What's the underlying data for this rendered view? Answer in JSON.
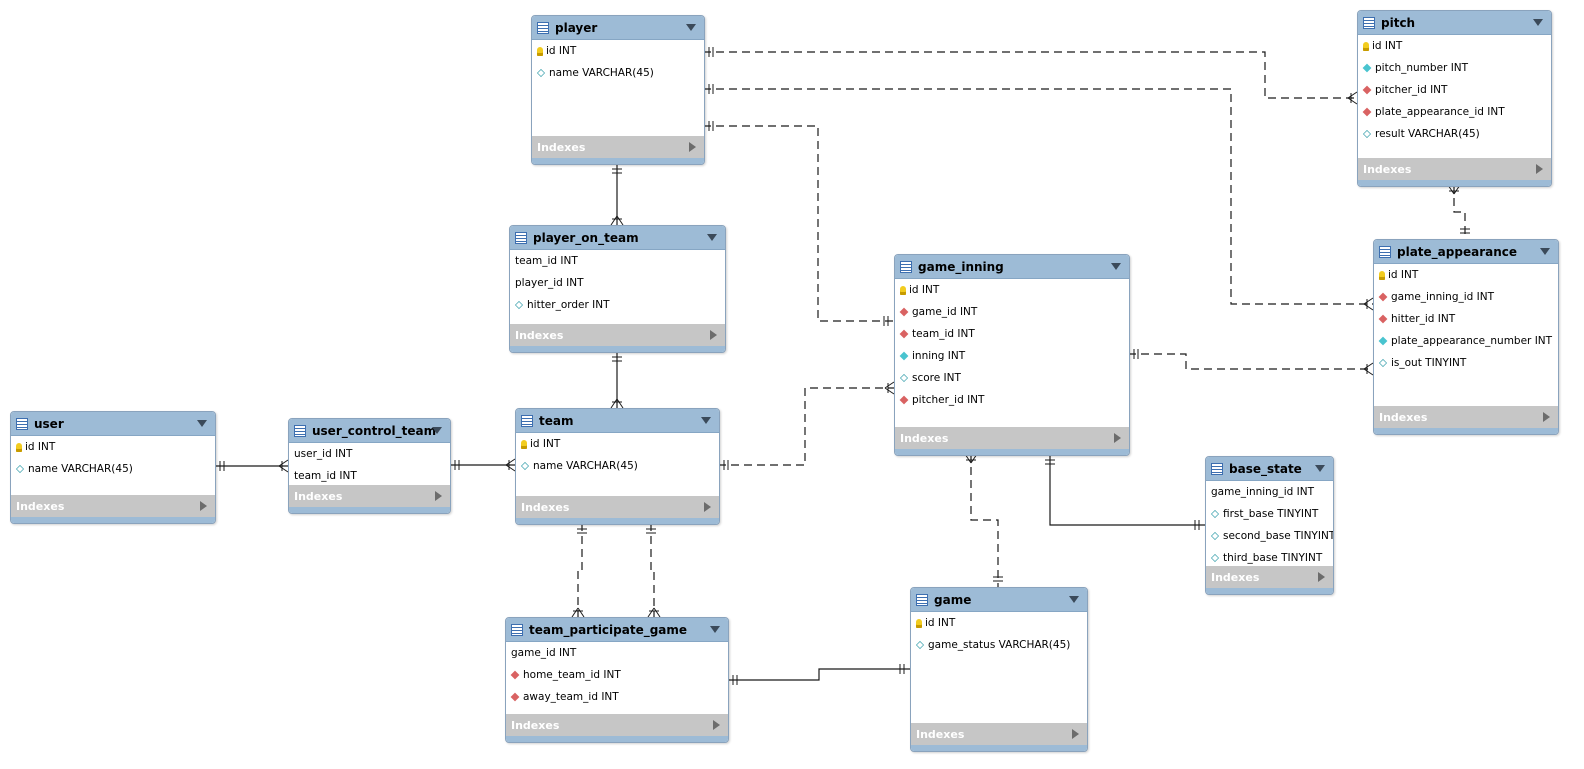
{
  "indexes_label": "Indexes",
  "tables": {
    "player": {
      "name": "player",
      "columns": [
        {
          "icon": "primary-key",
          "text": "id INT"
        },
        {
          "icon": "column",
          "text": "name VARCHAR(45)"
        }
      ]
    },
    "pitch": {
      "name": "pitch",
      "columns": [
        {
          "icon": "primary-key",
          "text": "id INT"
        },
        {
          "icon": "not-null",
          "text": "pitch_number INT"
        },
        {
          "icon": "foreign-key",
          "text": "pitcher_id INT"
        },
        {
          "icon": "foreign-key",
          "text": "plate_appearance_id INT"
        },
        {
          "icon": "column",
          "text": "result VARCHAR(45)"
        }
      ]
    },
    "player_on_team": {
      "name": "player_on_team",
      "columns": [
        {
          "icon": "none",
          "text": "team_id INT"
        },
        {
          "icon": "none",
          "text": "player_id INT"
        },
        {
          "icon": "column",
          "text": "hitter_order INT"
        }
      ]
    },
    "plate_appearance": {
      "name": "plate_appearance",
      "columns": [
        {
          "icon": "primary-key",
          "text": "id INT"
        },
        {
          "icon": "foreign-key",
          "text": "game_inning_id INT"
        },
        {
          "icon": "foreign-key",
          "text": "hitter_id INT"
        },
        {
          "icon": "not-null",
          "text": "plate_appearance_number INT"
        },
        {
          "icon": "column",
          "text": "is_out TINYINT"
        }
      ]
    },
    "game_inning": {
      "name": "game_inning",
      "columns": [
        {
          "icon": "primary-key",
          "text": "id INT"
        },
        {
          "icon": "foreign-key",
          "text": "game_id INT"
        },
        {
          "icon": "foreign-key",
          "text": "team_id INT"
        },
        {
          "icon": "not-null",
          "text": "inning INT"
        },
        {
          "icon": "column",
          "text": "score INT"
        },
        {
          "icon": "foreign-key",
          "text": "pitcher_id INT"
        }
      ]
    },
    "user": {
      "name": "user",
      "columns": [
        {
          "icon": "primary-key",
          "text": "id INT"
        },
        {
          "icon": "column",
          "text": "name VARCHAR(45)"
        }
      ]
    },
    "user_control_team": {
      "name": "user_control_team",
      "columns": [
        {
          "icon": "none",
          "text": "user_id INT"
        },
        {
          "icon": "none",
          "text": "team_id INT"
        }
      ]
    },
    "team": {
      "name": "team",
      "columns": [
        {
          "icon": "primary-key",
          "text": "id INT"
        },
        {
          "icon": "column",
          "text": "name VARCHAR(45)"
        }
      ]
    },
    "base_state": {
      "name": "base_state",
      "columns": [
        {
          "icon": "none",
          "text": "game_inning_id INT"
        },
        {
          "icon": "column",
          "text": "first_base TINYINT"
        },
        {
          "icon": "column",
          "text": "second_base TINYINT"
        },
        {
          "icon": "column",
          "text": "third_base TINYINT"
        }
      ]
    },
    "game": {
      "name": "game",
      "columns": [
        {
          "icon": "primary-key",
          "text": "id INT"
        },
        {
          "icon": "column",
          "text": "game_status VARCHAR(45)"
        }
      ]
    },
    "team_participate_game": {
      "name": "team_participate_game",
      "columns": [
        {
          "icon": "none",
          "text": "game_id INT"
        },
        {
          "icon": "foreign-key",
          "text": "home_team_id INT"
        },
        {
          "icon": "foreign-key",
          "text": "away_team_id INT"
        }
      ]
    }
  },
  "relationships": [
    {
      "from": "player",
      "to": "pitch",
      "style": "dashed",
      "from_end": "one",
      "to_end": "many"
    },
    {
      "from": "player",
      "to": "plate_appearance",
      "style": "dashed",
      "from_end": "one",
      "to_end": "many"
    },
    {
      "from": "player",
      "to": "game_inning",
      "style": "dashed",
      "from_end": "one",
      "to_end": "one"
    },
    {
      "from": "player",
      "to": "player_on_team",
      "style": "solid",
      "from_end": "one",
      "to_end": "many"
    },
    {
      "from": "pitch",
      "to": "plate_appearance",
      "style": "dashed",
      "from_end": "many",
      "to_end": "one"
    },
    {
      "from": "game_inning",
      "to": "plate_appearance",
      "style": "dashed",
      "from_end": "one",
      "to_end": "many"
    },
    {
      "from": "team",
      "to": "game_inning",
      "style": "dashed",
      "from_end": "one",
      "to_end": "many"
    },
    {
      "from": "team",
      "to": "player_on_team",
      "style": "solid",
      "from_end": "one",
      "to_end": "many"
    },
    {
      "from": "user",
      "to": "user_control_team",
      "style": "solid",
      "from_end": "one",
      "to_end": "many"
    },
    {
      "from": "team",
      "to": "user_control_team",
      "style": "solid",
      "from_end": "one",
      "to_end": "many"
    },
    {
      "from": "team",
      "to": "team_participate_game",
      "style": "dashed",
      "from_end": "one",
      "to_end": "many"
    },
    {
      "from": "team",
      "to": "team_participate_game",
      "style": "dashed",
      "from_end": "one",
      "to_end": "many"
    },
    {
      "from": "game_inning",
      "to": "game",
      "style": "dashed",
      "from_end": "many",
      "to_end": "one"
    },
    {
      "from": "game_inning",
      "to": "base_state",
      "style": "solid",
      "from_end": "one",
      "to_end": "one"
    },
    {
      "from": "team_participate_game",
      "to": "game",
      "style": "solid",
      "from_end": "one",
      "to_end": "one"
    }
  ]
}
